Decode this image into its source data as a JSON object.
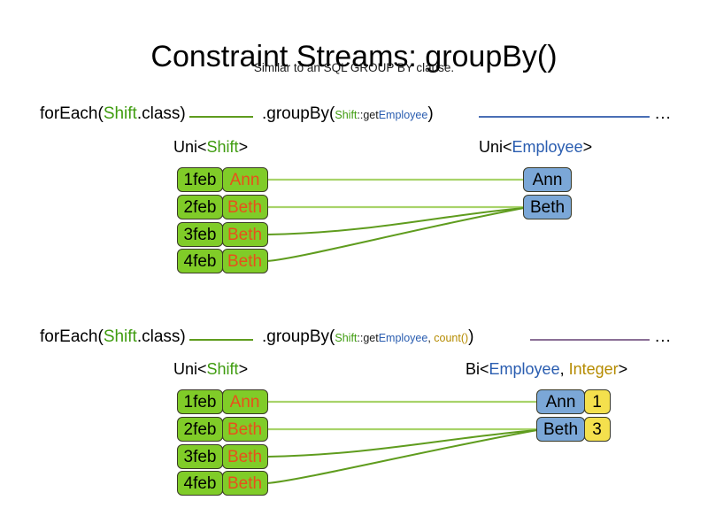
{
  "title": "Constraint Streams: groupBy()",
  "subtitle": "Similar to an SQL GROUP BY clause.",
  "colors": {
    "green_box": "#80cc28",
    "blue_box": "#7ba7d7",
    "yellow_box": "#f4e04d",
    "shift_green_text": "#3f9c0f",
    "employee_blue_text": "#2a5db0",
    "integer_gold_text": "#b58b00",
    "name_orange_text": "#e8501b",
    "wire_light_green": "#a8d36a",
    "wire_dark_green": "#5f9c1e",
    "rule_green": "#5f9c1e",
    "rule_blue": "#4a6fb5",
    "rule_purple": "#8b6f96"
  },
  "sections": [
    {
      "id": "groupby-simple",
      "code": {
        "for_each_prefix": "forEach(",
        "for_each_type": "Shift",
        "for_each_suffix": ".class)",
        "group_by_prefix": ".groupBy(",
        "group_by_ref_type": "Shift",
        "group_by_ref_method": "::get",
        "group_by_ref_prop": "Employee",
        "group_by_suffix": ")",
        "ellipsis": "..."
      },
      "left_label": {
        "outer_open": "Uni<",
        "generic": "Shift",
        "outer_close": ">"
      },
      "right_label": {
        "outer_open": "Uni<",
        "generic": "Employee",
        "outer_close": ">"
      },
      "left_nodes": [
        {
          "date": "1feb",
          "employee": "Ann"
        },
        {
          "date": "2feb",
          "employee": "Beth"
        },
        {
          "date": "3feb",
          "employee": "Beth"
        },
        {
          "date": "4feb",
          "employee": "Beth"
        }
      ],
      "right_nodes": [
        {
          "employee": "Ann"
        },
        {
          "employee": "Beth"
        }
      ]
    },
    {
      "id": "groupby-count",
      "code": {
        "for_each_prefix": "forEach(",
        "for_each_type": "Shift",
        "for_each_suffix": ".class)",
        "group_by_prefix": ".groupBy(",
        "group_by_ref_type": "Shift",
        "group_by_ref_method": "::get",
        "group_by_ref_prop": "Employee",
        "group_by_separator": ", ",
        "group_by_collector": "count()",
        "group_by_suffix": ")",
        "ellipsis": "..."
      },
      "left_label": {
        "outer_open": "Uni<",
        "generic": "Shift",
        "outer_close": ">"
      },
      "right_label": {
        "outer_open": "Bi<",
        "generic": "Employee",
        "separator": ", ",
        "generic2": "Integer",
        "outer_close": ">"
      },
      "left_nodes": [
        {
          "date": "1feb",
          "employee": "Ann"
        },
        {
          "date": "2feb",
          "employee": "Beth"
        },
        {
          "date": "3feb",
          "employee": "Beth"
        },
        {
          "date": "4feb",
          "employee": "Beth"
        }
      ],
      "right_nodes": [
        {
          "employee": "Ann",
          "count": "1"
        },
        {
          "employee": "Beth",
          "count": "3"
        }
      ]
    }
  ]
}
